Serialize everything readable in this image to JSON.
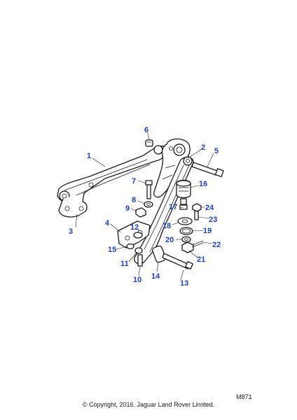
{
  "diagram": {
    "reference_code": "M871",
    "copyright": "© Copyright, 2016. Jaguar Land Rover Limited.",
    "callout_color": "#1a3fd1",
    "callouts": [
      "1",
      "2",
      "3",
      "4",
      "5",
      "6",
      "7",
      "8",
      "9",
      "10",
      "11",
      "12",
      "13",
      "14",
      "15",
      "16",
      "17",
      "18",
      "19",
      "20",
      "21",
      "22",
      "23",
      "24"
    ]
  }
}
